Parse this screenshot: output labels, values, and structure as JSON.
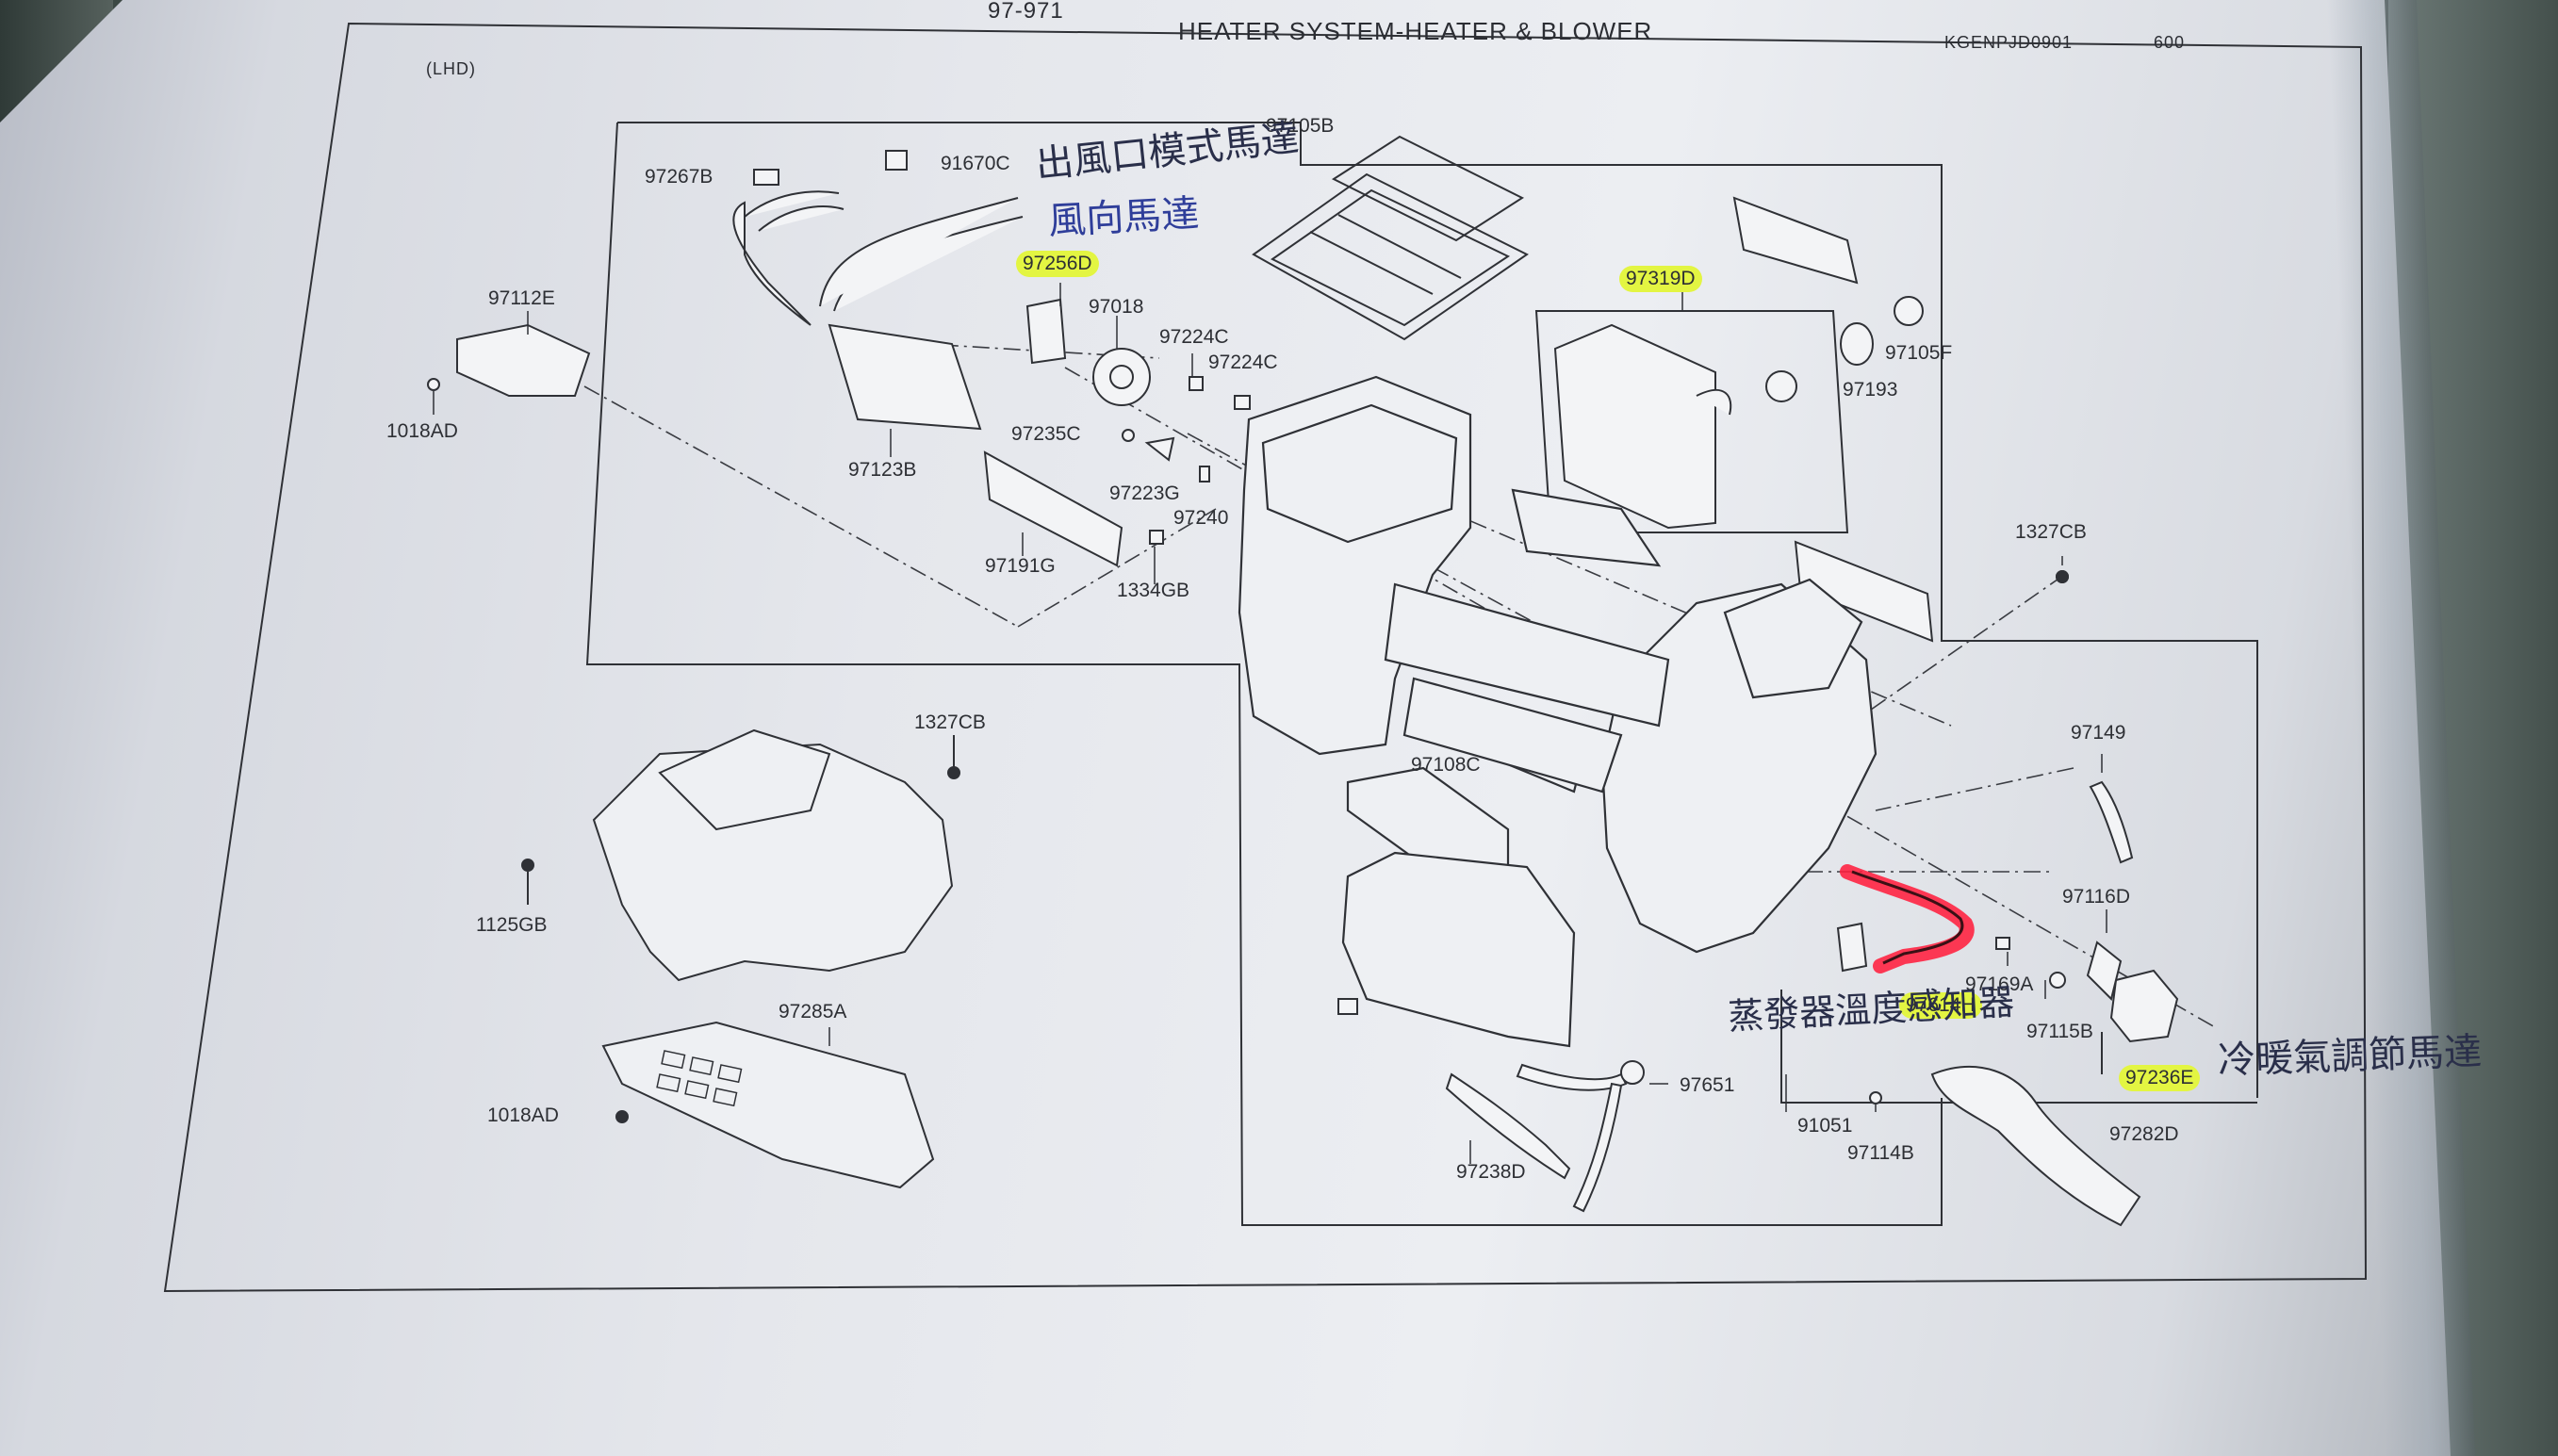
{
  "header": {
    "page_ref": "97-971",
    "title": "HEATER SYSTEM-HEATER & BLOWER",
    "doc_code": "KGENPJD0901",
    "page_no": "600"
  },
  "variant": "(LHD)",
  "labels": {
    "p97105B": "97105B",
    "p97267B": "97267B",
    "p91670C": "91670C",
    "p97256D": "97256D",
    "p97018": "97018",
    "p97224C_a": "97224C",
    "p97224C_b": "97224C",
    "p97112E": "97112E",
    "p1018AD_a": "1018AD",
    "p97123B": "97123B",
    "p97235C": "97235C",
    "p97223G": "97223G",
    "p97240": "97240",
    "p97191G": "97191G",
    "p1334GB": "1334GB",
    "p97319D": "97319D",
    "p97105F": "97105F",
    "p97193": "97193",
    "p1327CB_a": "1327CB",
    "p1327CB_b": "1327CB",
    "p1125GB": "1125GB",
    "p97285A": "97285A",
    "p1018AD_b": "1018AD",
    "p97108C": "97108C",
    "p97149": "97149",
    "p97116D": "97116D",
    "p97169A": "97169A",
    "p97614H": "97614H",
    "p97115B": "97115B",
    "p97236E": "97236E",
    "p97651": "97651",
    "p91051": "91051",
    "p97114B": "97114B",
    "p97282D": "97282D",
    "p97238D": "97238D"
  },
  "handwriting": {
    "mode_motor": "出風口模式馬達",
    "blower_motor": "風向馬達",
    "evap_sensor": "蒸發器溫度感知器",
    "cold_hot": "冷暖氣調節馬達"
  },
  "colors": {
    "highlight": "#e3f542",
    "red_marker": "#ff1f3d",
    "ink": "#2d2f34",
    "paper": "#eceef2"
  }
}
